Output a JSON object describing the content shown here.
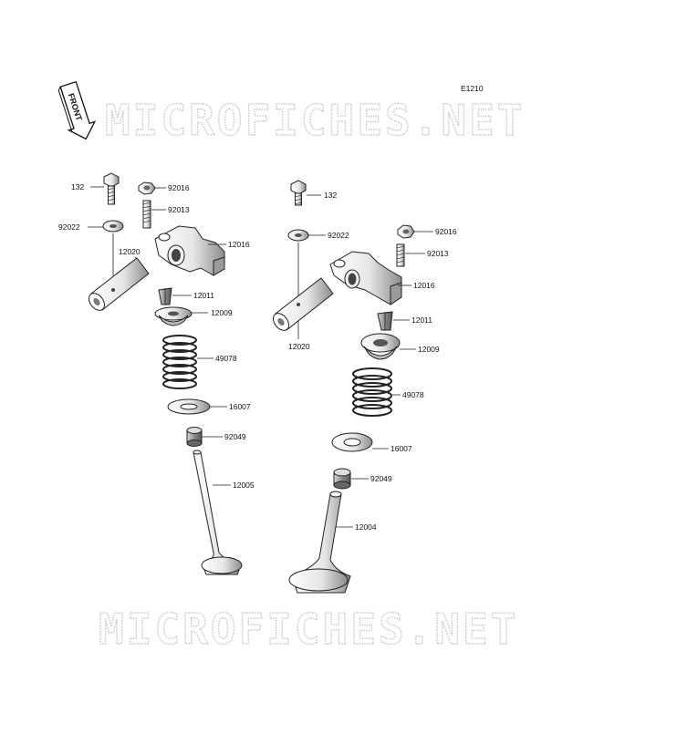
{
  "diagram": {
    "code": "E1210",
    "front_label": "FRONT",
    "watermark": "MICROFICHES.NET",
    "left_parts": {
      "bolt": "132",
      "nut": "92016",
      "adjust_screw": "92013",
      "washer": "92022",
      "shaft": "12020",
      "rocker_arm": "12016",
      "cotter": "12011",
      "retainer": "12009",
      "spring": "49078",
      "spring_seat": "16007",
      "seal": "92049",
      "valve": "12005"
    },
    "right_parts": {
      "bolt": "132",
      "nut": "92016",
      "adjust_screw": "92013",
      "washer": "92022",
      "shaft": "12020",
      "rocker_arm": "12016",
      "cotter": "12011",
      "retainer": "12009",
      "spring": "49078",
      "spring_seat": "16007",
      "seal": "92049",
      "valve": "12004"
    },
    "colors": {
      "line": "#222222",
      "part_fill": "#ffffff",
      "shade": "#9a9a9a",
      "watermark_outline": "#c8c8c8"
    }
  }
}
